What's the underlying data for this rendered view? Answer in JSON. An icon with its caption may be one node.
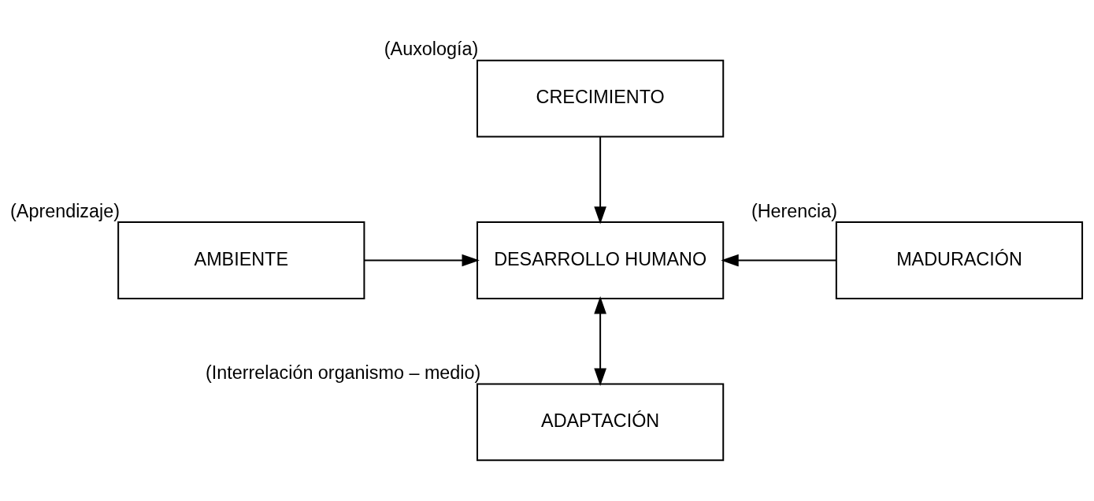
{
  "diagram": {
    "nodes": [
      {
        "text": [
          "CRECIMIENTO"
        ],
        "beside": [
          "(Auxología)"
        ]
      },
      {
        "text": [
          "AMBIENTE"
        ],
        "beside": [
          "(Aprendizaje)"
        ]
      },
      {
        "text": [
          "DESARROLLO HUMANO"
        ]
      },
      {
        "text": [
          "MADURACIÓN"
        ],
        "beside": [
          "(Herencia)"
        ]
      },
      {
        "text": [
          "ADAPTACIÓN"
        ],
        "beside": [
          "(Interrelación organismo – medio)"
        ]
      }
    ],
    "edges": [
      {
        "from": 0,
        "to": 2,
        "arrow": "to"
      },
      {
        "from": 1,
        "to": 2,
        "arrow": "to"
      },
      {
        "from": 3,
        "to": 2,
        "arrow": "to"
      },
      {
        "from": 2,
        "to": 4,
        "arrow": "both"
      }
    ]
  }
}
